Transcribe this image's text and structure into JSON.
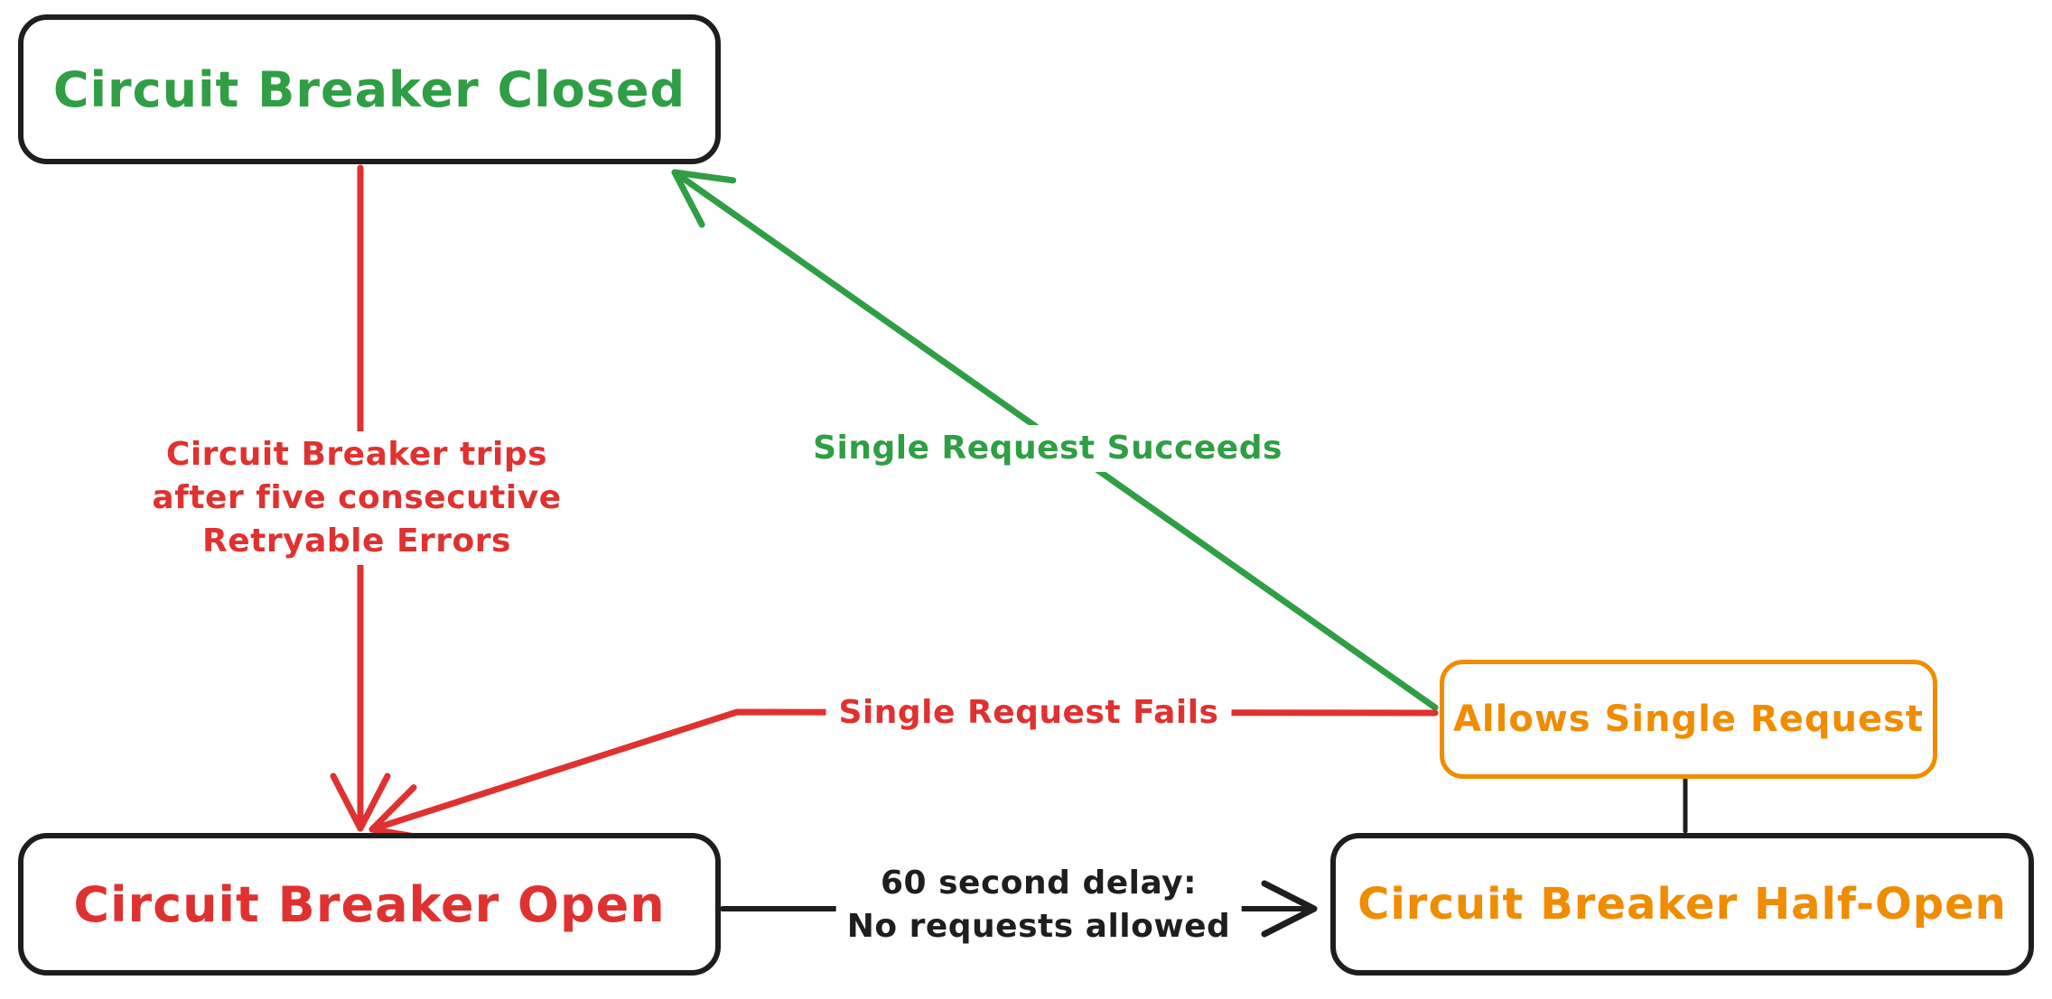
{
  "colors": {
    "black": "#1e1e1e",
    "red": "#e03131",
    "green": "#2f9e44",
    "orange": "#f08c00",
    "background": "#ffffff"
  },
  "nodes": {
    "closed": {
      "label": "Circuit Breaker Closed"
    },
    "open": {
      "label": "Circuit Breaker Open"
    },
    "half_open": {
      "label": "Circuit Breaker Half-Open"
    },
    "allows_single_request": {
      "label": "Allows Single Request"
    }
  },
  "edges": {
    "trip": {
      "from": "closed",
      "to": "open",
      "label_lines": [
        "Circuit Breaker trips",
        "after five consecutive",
        "Retryable Errors"
      ]
    },
    "succeed": {
      "from": "allows_single_request",
      "to": "closed",
      "label": "Single Request Succeeds"
    },
    "fail": {
      "from": "allows_single_request",
      "to": "open",
      "label": "Single Request Fails"
    },
    "delay": {
      "from": "open",
      "to": "half_open",
      "label_lines": [
        "60 second delay:",
        "No requests allowed"
      ]
    },
    "half_open_connector": {
      "from": "half_open",
      "to": "allows_single_request"
    }
  }
}
